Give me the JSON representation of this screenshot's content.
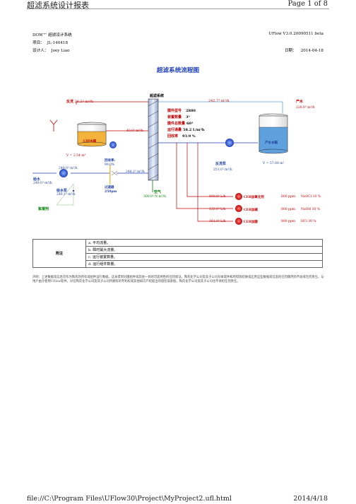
{
  "header": {
    "title": "超滤系统设计报表",
    "page": "Page 1 of 8"
  },
  "meta": {
    "app": "DOW™ 超滤设计系统",
    "version": "UFlow V3.0.20090511  beta",
    "project_label": "项目：",
    "project": "JL-140418",
    "designer_label": "设计人：",
    "designer": "Joey Liao",
    "date_label": "日期：",
    "date": "2014-04-18"
  },
  "diagram": {
    "title": "超滤系统流程图",
    "system_label": "超滤系统",
    "backwash_flow": "26.3³  m³/h",
    "backwash_label": "反洗",
    "product_flow_top": "242.7³  m³/h",
    "product_label": "产水",
    "product_out_flow": "228.0³  m³/h",
    "specs": [
      {
        "label": "膜件型号",
        "value": "2880"
      },
      {
        "label": "装置数量",
        "value": "3³"
      },
      {
        "label": "膜件总数量",
        "value": "60³"
      },
      {
        "label": "运行通量",
        "value": "58.2  L/m²h"
      },
      {
        "label": "回收率",
        "value": "93.9  %"
      }
    ],
    "cip_tank": "CIP水箱",
    "cip_volume": "V =  2.54  m³",
    "cip_flow": "40.0³  m³/h",
    "feed_label": "给水",
    "feed_flow": "249.0³  m³/h",
    "feed_pump_label": "给水泵",
    "feed_pump_flow": "249.1³  m³/h",
    "pump_flow": "249.0³  m³/h",
    "recovery_label": "回收率:",
    "recovery_value": "99.0%",
    "filter_label": "过滤器",
    "filter_size": "250μm",
    "filter_out_flow": "248.2³  m³/h",
    "coagulant_label": "絮凝剂",
    "air_label": "空气",
    "air_flow": "300.0³  N m³/h",
    "product_tank": "产水水箱",
    "product_tank_volume": "V =  57.00  m³",
    "backwash_pump": "反洗泵",
    "backwash_pump_flow": "251.0³  m³/h",
    "chemicals": [
      {
        "flow": "800.0³  L/h",
        "name": "CEB加氧化剂",
        "conc": "800  ppm",
        "chem": "NaOCl 10  %"
      },
      {
        "flow": "123.0³  L/h",
        "name": "CEB加碱",
        "conc": "800  ppm",
        "chem": "NaOH 30  %"
      },
      {
        "flow": "161.0³  L/h",
        "name": "CEB加酸",
        "conc": "800  ppm",
        "chem": "HCl 30  %"
      }
    ]
  },
  "notes": {
    "label": "附注",
    "items": [
      "a. 平均流量。",
      "b. 瞬时最大流量。",
      "c. 运行装置数量。",
      "d. 运行组件数量。"
    ]
  },
  "disclaimer": "声明：上述数据或信息仅作为陶氏的所有或组件运行数据，这未得到对膜组件或其他一目的可适用性的任何保证。陶氏化学公司及其子公司对本软件和所得到结果或应用这些数据或信息的任何偶然的不准或任何责任。与用户由于使用UFlow软件，对在陶氏化学公司及其子公司所拥有的专利权或其他知识产权提出的侵犯或索赔，陶氏化学公司及其子公司也不承担任何责任。",
  "footer": {
    "path": "file://C:\\Program Files\\UFlow30\\Project\\MyProject2.ufl.html",
    "date": "2014/4/18"
  }
}
